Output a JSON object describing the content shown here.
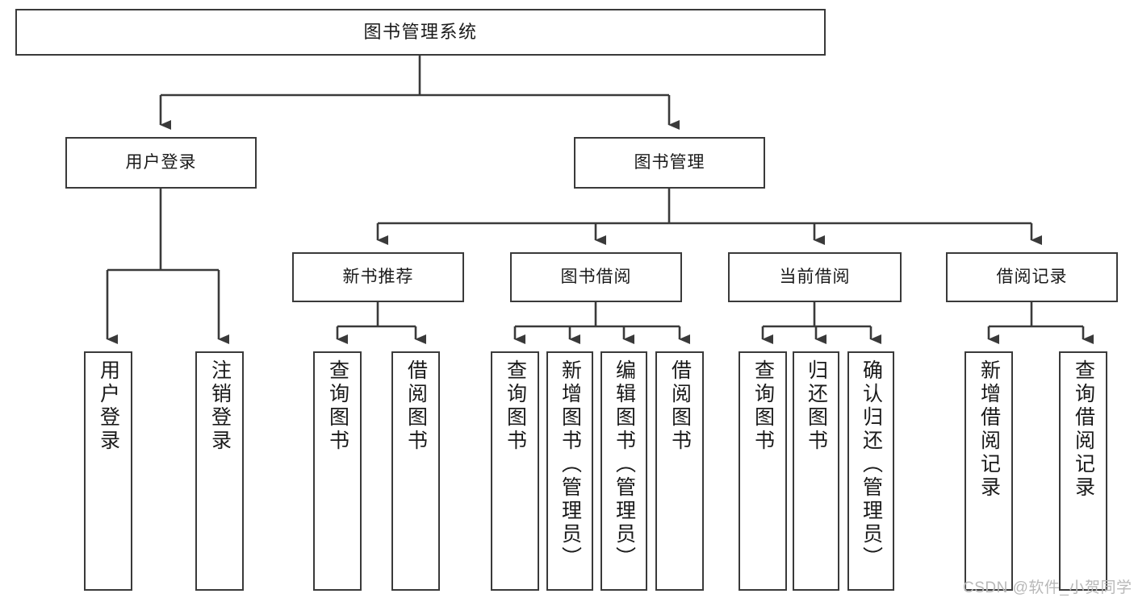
{
  "diagram": {
    "title": "图书管理系统",
    "watermark": "CSDN @软件_小贺同学",
    "line_color": "#3a3a3a",
    "box_fill": "#ffffff",
    "text_color": "#1a1a1a",
    "nodes": {
      "root": {
        "label": "图书管理系统"
      },
      "level1": [
        {
          "id": "user-login",
          "label": "用户登录"
        },
        {
          "id": "book-manage",
          "label": "图书管理"
        }
      ],
      "level2": [
        {
          "id": "new-book-recommend",
          "label": "新书推荐"
        },
        {
          "id": "book-borrow",
          "label": "图书借阅"
        },
        {
          "id": "current-borrow",
          "label": "当前借阅"
        },
        {
          "id": "borrow-record",
          "label": "借阅记录"
        }
      ],
      "leaves": {
        "user-login": [
          {
            "id": "leaf-user-login",
            "label": "用户登录"
          },
          {
            "id": "leaf-logout-login",
            "label": "注销登录"
          }
        ],
        "new-book-recommend": [
          {
            "id": "leaf-query-book-1",
            "label": "查询图书"
          },
          {
            "id": "leaf-borrow-book-1",
            "label": "借阅图书"
          }
        ],
        "book-borrow": [
          {
            "id": "leaf-query-book-2",
            "label": "查询图书"
          },
          {
            "id": "leaf-add-book",
            "label": "新增图书（管理员）"
          },
          {
            "id": "leaf-edit-book",
            "label": "编辑图书（管理员）"
          },
          {
            "id": "leaf-borrow-book-2",
            "label": "借阅图书"
          }
        ],
        "current-borrow": [
          {
            "id": "leaf-query-book-3",
            "label": "查询图书"
          },
          {
            "id": "leaf-return-book",
            "label": "归还图书"
          },
          {
            "id": "leaf-confirm-return",
            "label": "确认归还（管理员）"
          }
        ],
        "borrow-record": [
          {
            "id": "leaf-add-record",
            "label": "新增借阅记录"
          },
          {
            "id": "leaf-query-record",
            "label": "查询借阅记录"
          }
        ]
      }
    }
  }
}
